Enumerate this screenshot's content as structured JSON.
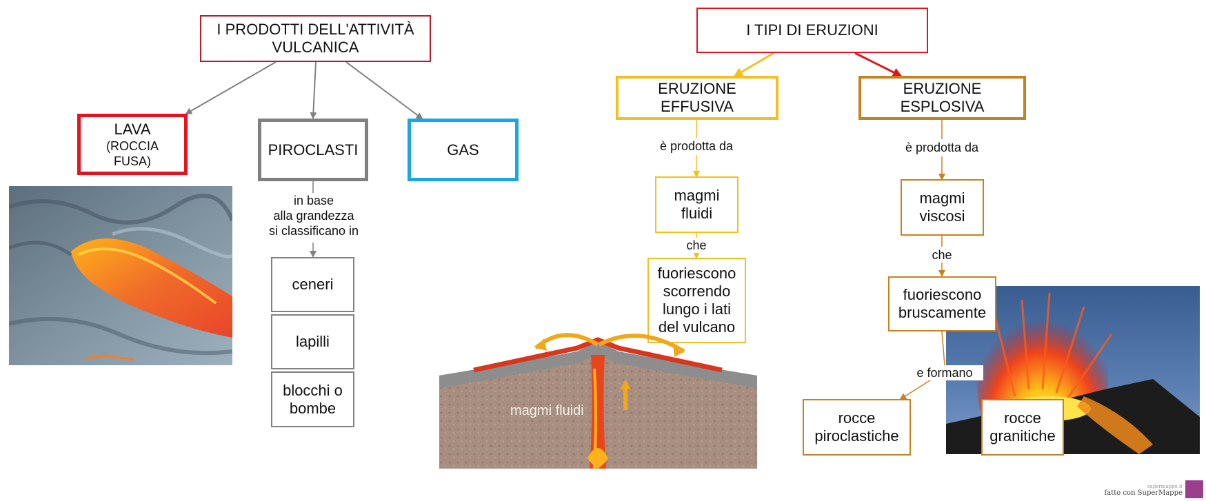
{
  "left": {
    "title_line1": "I PRODOTTI DELL'ATTIVITÀ",
    "title_line2": "VULCANICA",
    "lava": "LAVA",
    "lava_sub_line1": "(ROCCIA",
    "lava_sub_line2": "FUSA)",
    "piroclasti": "PIROCLASTI",
    "gas": "GAS",
    "piro_link_line1": "in base",
    "piro_link_line2": "alla grandezza",
    "piro_link_line3": "si classificano in",
    "ceneri": "ceneri",
    "lapilli": "lapilli",
    "blocchi_line1": "blocchi o",
    "blocchi_line2": "bombe"
  },
  "right": {
    "title": "I TIPI DI ERUZIONI",
    "effusiva_line1": "ERUZIONE",
    "effusiva_line2": "EFFUSIVA",
    "esplosiva_line1": "ERUZIONE",
    "esplosiva_line2": "ESPLOSIVA",
    "prodotta_da_1": "è prodotta da",
    "prodotta_da_2": "è prodotta da",
    "magmi_fluidi_line1": "magmi",
    "magmi_fluidi_line2": "fluidi",
    "magmi_viscosi_line1": "magmi",
    "magmi_viscosi_line2": "viscosi",
    "che_1": "che",
    "che_2": "che",
    "fuori_scorrendo_line1": "fuoriescono",
    "fuori_scorrendo_line2": "scorrendo",
    "fuori_scorrendo_line3": "lungo i lati",
    "fuori_scorrendo_line4": "del vulcano",
    "fuori_brusc_line1": "fuoriescono",
    "fuori_brusc_line2": "bruscamente",
    "e_formano": "e formano",
    "rocce_piro_line1": "rocce",
    "rocce_piro_line2": "piroclastiche",
    "rocce_gran_line1": "rocce",
    "rocce_gran_line2": "granitiche",
    "illustration_label": "magmi fluidi"
  },
  "footer": {
    "mini": "supermappe.it",
    "text": "fatto con SuperMappe"
  },
  "colors": {
    "red": "#e3141b",
    "gray": "#808080",
    "blue": "#1aa7dd",
    "yellow": "#f3c020",
    "amber": "#e8a31a",
    "brown": "#c8821c",
    "dark_red": "#b01e2a"
  }
}
